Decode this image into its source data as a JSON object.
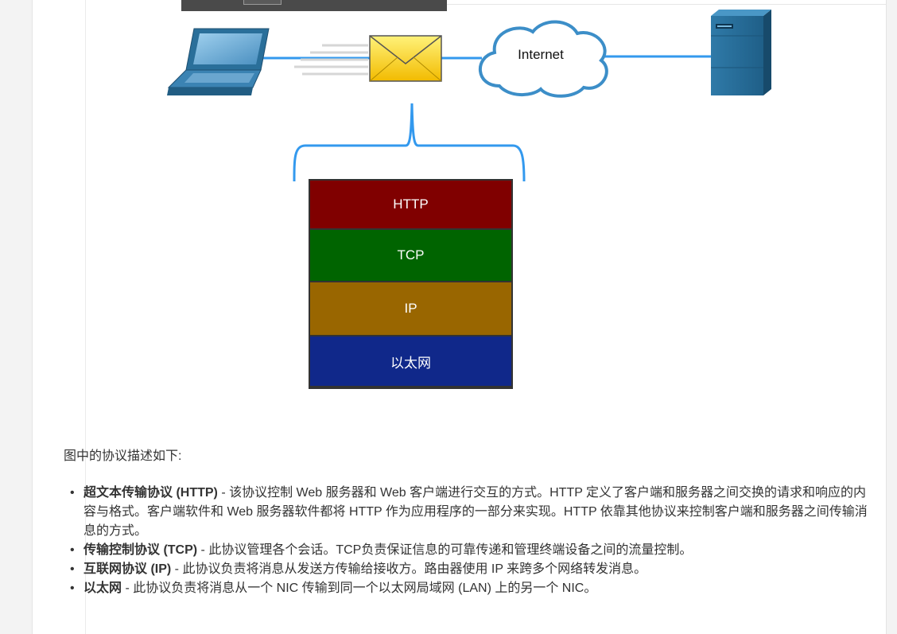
{
  "diagram": {
    "cloud_label": "Internet",
    "stack_layers": [
      {
        "label": "HTTP",
        "color": "#800000"
      },
      {
        "label": "TCP",
        "color": "#006400"
      },
      {
        "label": "IP",
        "color": "#996600"
      },
      {
        "label": "以太网",
        "color": "#10288a"
      }
    ],
    "colors": {
      "link": "#3399ee",
      "device_blue": "#2a6f9a",
      "envelope": "#f5c800"
    }
  },
  "description": {
    "intro": "图中的协议描述如下:",
    "items": [
      {
        "name": "超文本传输协议 (HTTP)",
        "text": " - 该协议控制 Web 服务器和 Web 客户端进行交互的方式。HTTP 定义了客户端和服务器之间交换的请求和响应的内容与格式。客户端软件和 Web 服务器软件都将 HTTP 作为应用程序的一部分来实现。HTTP 依靠其他协议来控制客户端和服务器之间传输消息的方式。"
      },
      {
        "name": "传输控制协议 (TCP)",
        "text": " - 此协议管理各个会话。TCP负责保证信息的可靠传递和管理终端设备之间的流量控制。"
      },
      {
        "name": "互联网协议 (IP)",
        "text": " - 此协议负责将消息从发送方传输给接收方。路由器使用 IP 来跨多个网络转发消息。"
      },
      {
        "name": "以太网",
        "text": " - 此协议负责将消息从一个 NIC 传输到同一个以太网局域网 (LAN) 上的另一个 NIC。"
      }
    ]
  }
}
